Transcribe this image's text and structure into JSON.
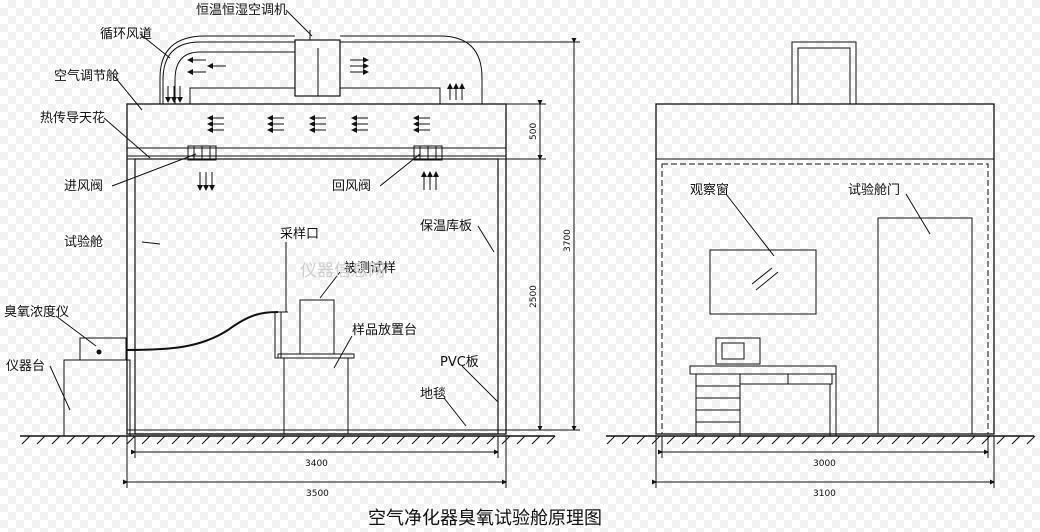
{
  "labels": {
    "hvac": "恒温恒湿空调机",
    "duct": "循环风道",
    "air_box": "空气调节舱",
    "ceiling": "热传导天花",
    "inlet_valve": "进风阀",
    "return_valve": "回风阀",
    "insulation": "保温库板",
    "chamber": "试验舱",
    "sample_port": "采样口",
    "test_sample": "被测试样",
    "ozone_meter": "臭氧浓度仪",
    "sample_table": "样品放置台",
    "instrument_table": "仪器台",
    "pvc": "PVC板",
    "carpet": "地毯",
    "window": "观察窗",
    "door": "试验舱门"
  },
  "dimensions": {
    "d500": "500",
    "d2500": "2500",
    "d3700": "3700",
    "d3400": "3400",
    "d3500": "3500",
    "d3000": "3000",
    "d3100": "3100"
  },
  "caption": "空气净化器臭氧试验舱原理图",
  "watermark": "仪器信息网"
}
